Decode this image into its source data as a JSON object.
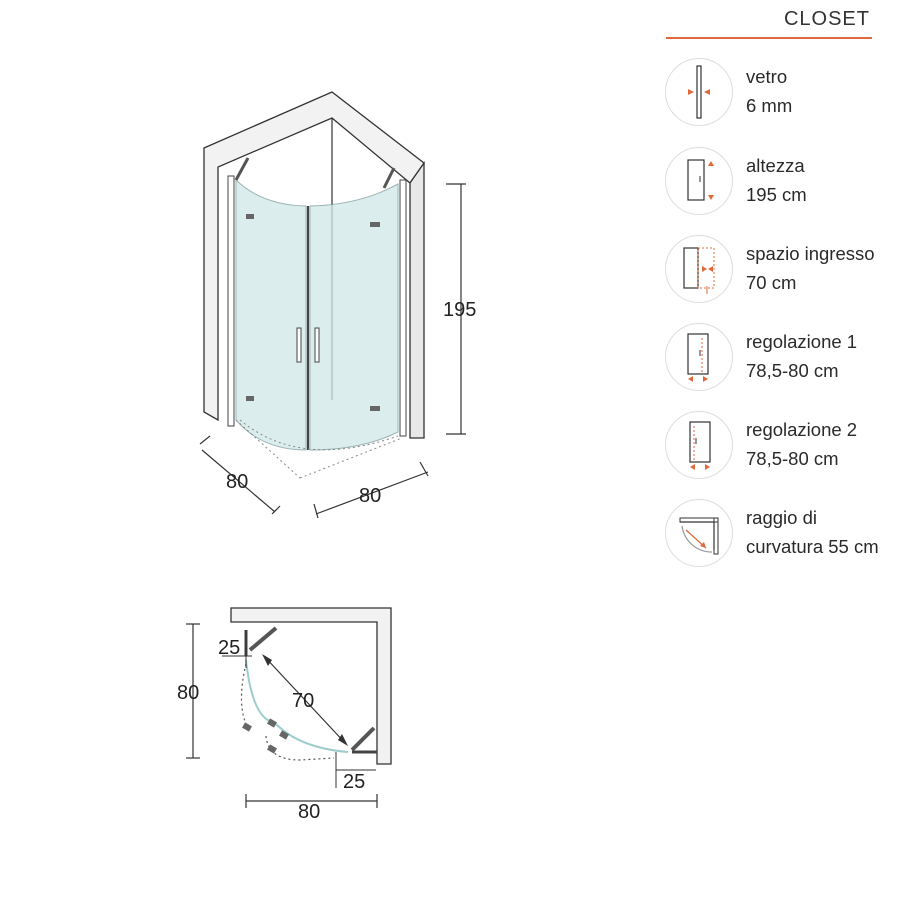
{
  "header": {
    "title": "CLOSET"
  },
  "features": [
    {
      "icon": "glass-thickness-icon",
      "line1": "vetro",
      "line2": "6 mm"
    },
    {
      "icon": "height-icon",
      "line1": "altezza",
      "line2": "195 cm"
    },
    {
      "icon": "entry-space-icon",
      "line1": "spazio ingresso",
      "line2": "70 cm"
    },
    {
      "icon": "adjustment-1-icon",
      "line1": "regolazione 1",
      "line2": "78,5-80 cm"
    },
    {
      "icon": "adjustment-2-icon",
      "line1": "regolazione 2",
      "line2": "78,5-80 cm"
    },
    {
      "icon": "curvature-radius-icon",
      "line1": "raggio di",
      "line2": "curvatura 55 cm"
    }
  ],
  "perspective": {
    "height": "195",
    "depth_left": "80",
    "width_right": "80"
  },
  "plan": {
    "hinge_offset_top": "25",
    "entry_width": "70",
    "height": "80",
    "hinge_offset_bottom": "25",
    "width": "80"
  },
  "colors": {
    "accent": "#e0683b",
    "glass": "#c9e6e6",
    "line": "#222222"
  }
}
